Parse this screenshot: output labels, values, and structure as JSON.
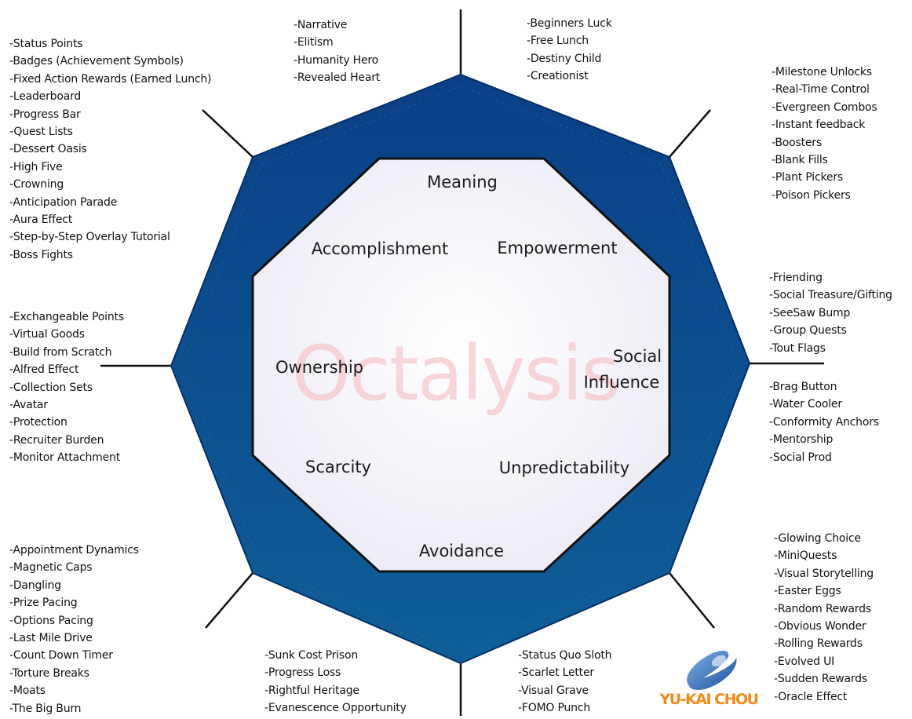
{
  "watermark": "Octalysis",
  "logo_text": "YU-KAI CHOU",
  "colors": {
    "outer_octagon_top": "#0a3f86",
    "outer_octagon_bottom": "#0e5f98",
    "inner_octagon": "#f4f3fa",
    "watermark": "#f6c9cf",
    "logo": "#f08c1a"
  },
  "core_drives": {
    "meaning": "Meaning",
    "accomplishment": "Accomplishment",
    "empowerment": "Empowerment",
    "ownership": "Ownership",
    "social_line1": "Social",
    "social_line2": "Influence",
    "scarcity": "Scarcity",
    "unpredictability": "Unpredictability",
    "avoidance": "Avoidance"
  },
  "lists": {
    "top_left": [
      "-Status Points",
      "-Badges (Achievement Symbols)",
      "-Fixed Action Rewards (Earned Lunch)",
      "-Leaderboard",
      "-Progress Bar",
      "-Quest Lists",
      "-Dessert Oasis",
      "-High Five",
      "-Crowning",
      "-Anticipation Parade",
      "-Aura Effect",
      "-Step-by-Step Overlay Tutorial",
      "-Boss Fights"
    ],
    "top_center_left": [
      "-Narrative",
      "-Elitism",
      "-Humanity Hero",
      "-Revealed Heart"
    ],
    "top_center_right": [
      "-Beginners Luck",
      "-Free Lunch",
      "-Destiny Child",
      "-Creationist"
    ],
    "top_right": [
      "-Milestone Unlocks",
      "-Real-Time Control",
      "-Evergreen Combos",
      "-Instant feedback",
      "-Boosters",
      "-Blank Fills",
      "-Plant Pickers",
      "-Poison Pickers"
    ],
    "middle_left": [
      "-Exchangeable Points",
      "-Virtual Goods",
      "-Build from Scratch",
      "-Alfred Effect",
      "-Collection Sets",
      "-Avatar",
      "-Protection",
      "-Recruiter Burden",
      "-Monitor Attachment"
    ],
    "middle_right_upper": [
      "-Friending",
      "-Social Treasure/Gifting",
      "-SeeSaw Bump",
      "-Group Quests",
      "-Tout Flags"
    ],
    "middle_right_lower": [
      "-Brag Button",
      "-Water Cooler",
      "-Conformity Anchors",
      "-Mentorship",
      "-Social Prod"
    ],
    "bottom_left": [
      "-Appointment Dynamics",
      "-Magnetic Caps",
      "-Dangling",
      "-Prize Pacing",
      "-Options Pacing",
      "-Last Mile Drive",
      "-Count Down Timer",
      "-Torture Breaks",
      "-Moats",
      "-The Big Burn"
    ],
    "bottom_center_left": [
      "-Sunk Cost Prison",
      "-Progress Loss",
      "-Rightful Heritage",
      "-Evanescence Opportunity"
    ],
    "bottom_center_right": [
      "-Status Quo Sloth",
      "-Scarlet Letter",
      "-Visual Grave",
      "-FOMO Punch"
    ],
    "bottom_right": [
      "-Glowing Choice",
      "-MiniQuests",
      "-Visual Storytelling",
      "-Easter Eggs",
      "-Random Rewards",
      "-Obvious Wonder",
      "-Rolling Rewards",
      "-Evolved UI",
      "-Sudden Rewards",
      "-Oracle Effect"
    ]
  }
}
